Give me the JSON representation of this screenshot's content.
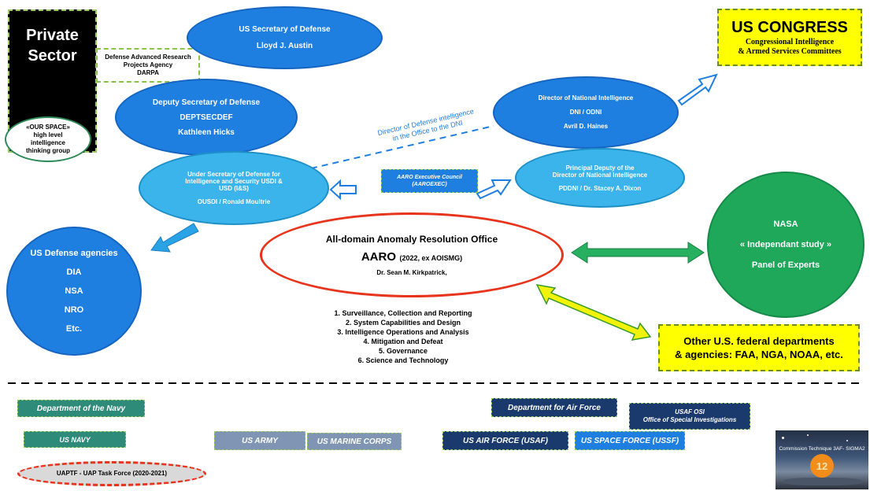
{
  "private_sector": {
    "title": "Private Sector"
  },
  "our_space": {
    "line1": "«OUR SPACE»",
    "line2": "high level",
    "line3": "intelligence",
    "line4": "thinking group"
  },
  "darpa": {
    "line1": "Defense Advanced Research",
    "line2": "Projects Agency",
    "line3": "DARPA"
  },
  "secdef": {
    "title": "US Secretary of Defense",
    "name": "Lloyd J. Austin"
  },
  "deptsecdef": {
    "title": "Deputy Secretary of Defense",
    "abbr": "DEPTSECDEF",
    "name": "Kathleen Hicks"
  },
  "usdi": {
    "line1": "Under Secretary of Defense for",
    "line2": "Intelligence and Security  USDI &",
    "line3": "USD (I&S)",
    "name": "OUSDI /  Ronald Moultrie"
  },
  "defense_agencies": {
    "title": "US Defense agencies",
    "items": [
      "DIA",
      "NSA",
      "NRO",
      "Etc."
    ]
  },
  "dni_label": {
    "line1": "Director of Defense intelligence",
    "line2": "in the Office to the DNI"
  },
  "aaroexec": {
    "line1": "AARO Executive Council",
    "line2": "(AAROEXEC)"
  },
  "dni": {
    "title": "Director of National Intelligence",
    "abbr": "DNI  / ODNI",
    "name": "Avril D. Haines"
  },
  "pddni": {
    "line1": "Principal Deputy of the",
    "line2": "Director of National Intelligence",
    "name": "PDDNI / Dr. Stacey A. Dixon"
  },
  "congress": {
    "title": "US CONGRESS",
    "line1": "Congressional Intelligence",
    "line2": "& Armed Services Committees"
  },
  "nasa": {
    "title": "NASA",
    "study": "« Independant study »",
    "panel": "Panel of Experts"
  },
  "aaro": {
    "title": "All-domain Anomaly Resolution Office",
    "acronym": "AARO",
    "suffix": "(2022, ex AOISMG)",
    "director": "Dr. Sean M. Kirkpatrick,"
  },
  "missions": [
    "1. Surveillance, Collection and Reporting",
    "2. System Capabilities and Design",
    "3. Intelligence Operations and Analysis",
    "4. Mitigation and Defeat",
    "5. Governance",
    "6. Science and Technology"
  ],
  "other_federal": {
    "line1": "Other U.S. federal departments",
    "line2": "& agencies: FAA, NGA, NOAA, etc."
  },
  "services": {
    "navy_dept": "Department of the Navy",
    "air_force_dept": "Department for Air Force",
    "usaf_osi_line1": "USAF OSI",
    "usaf_osi_line2": "Office of Special Investigations",
    "us_navy": "US NAVY",
    "us_army": "US ARMY",
    "us_marine": "US MARINE CORPS",
    "us_air_force": "US AIR FORCE (USAF)",
    "us_space_force": "US SPACE FORCE (USSF)"
  },
  "uaptf": "UAPTF  - UAP Task Force (2020-2021)",
  "logo": {
    "text": "Commission Technique 3AF- SIGMA2",
    "badge": "12"
  },
  "colors": {
    "blue": "#1f7fe0",
    "light_blue": "#3ab4ea",
    "green": "#1fa85a",
    "yellow": "#ffff00",
    "red": "#e8341c",
    "navy": "#1a3a6e",
    "teal": "#2e8b7a"
  }
}
